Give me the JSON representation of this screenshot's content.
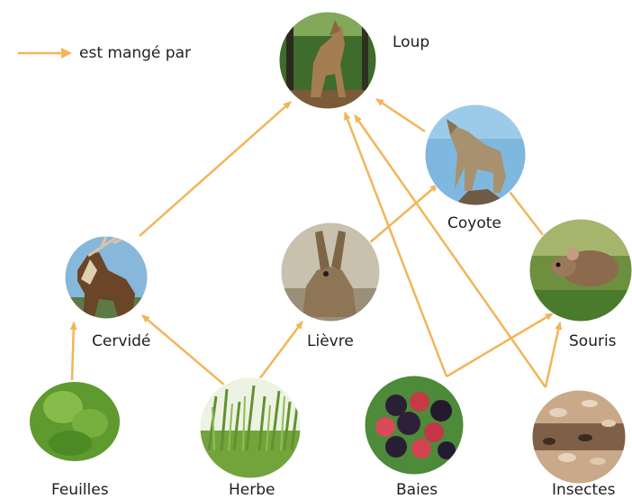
{
  "legend": {
    "label": "est mangé par",
    "arrow_color": "#f3b559"
  },
  "organisms": [
    {
      "id": "loup",
      "label": "Loup",
      "icon": "wolf-photo"
    },
    {
      "id": "coyote",
      "label": "Coyote",
      "icon": "coyote-photo"
    },
    {
      "id": "cervide",
      "label": "Cervidé",
      "icon": "deer-photo"
    },
    {
      "id": "lievre",
      "label": "Lièvre",
      "icon": "hare-photo"
    },
    {
      "id": "souris",
      "label": "Souris",
      "icon": "mouse-photo"
    },
    {
      "id": "feuilles",
      "label": "Feuilles",
      "icon": "leaves-photo"
    },
    {
      "id": "herbe",
      "label": "Herbe",
      "icon": "grass-photo"
    },
    {
      "id": "baies",
      "label": "Baies",
      "icon": "berries-photo"
    },
    {
      "id": "insectes",
      "label": "Insectes",
      "icon": "insects-photo"
    }
  ],
  "relations": [
    {
      "from": "feuilles",
      "to": "cervide"
    },
    {
      "from": "herbe",
      "to": "cervide"
    },
    {
      "from": "herbe",
      "to": "lievre"
    },
    {
      "from": "cervide",
      "to": "loup"
    },
    {
      "from": "lievre",
      "to": "coyote"
    },
    {
      "from": "coyote",
      "to": "loup"
    },
    {
      "from": "baies",
      "to": "loup"
    },
    {
      "from": "insectes",
      "to": "loup"
    },
    {
      "from": "baies",
      "to": "souris"
    },
    {
      "from": "insectes",
      "to": "souris"
    },
    {
      "from": "souris",
      "to": "coyote"
    }
  ]
}
